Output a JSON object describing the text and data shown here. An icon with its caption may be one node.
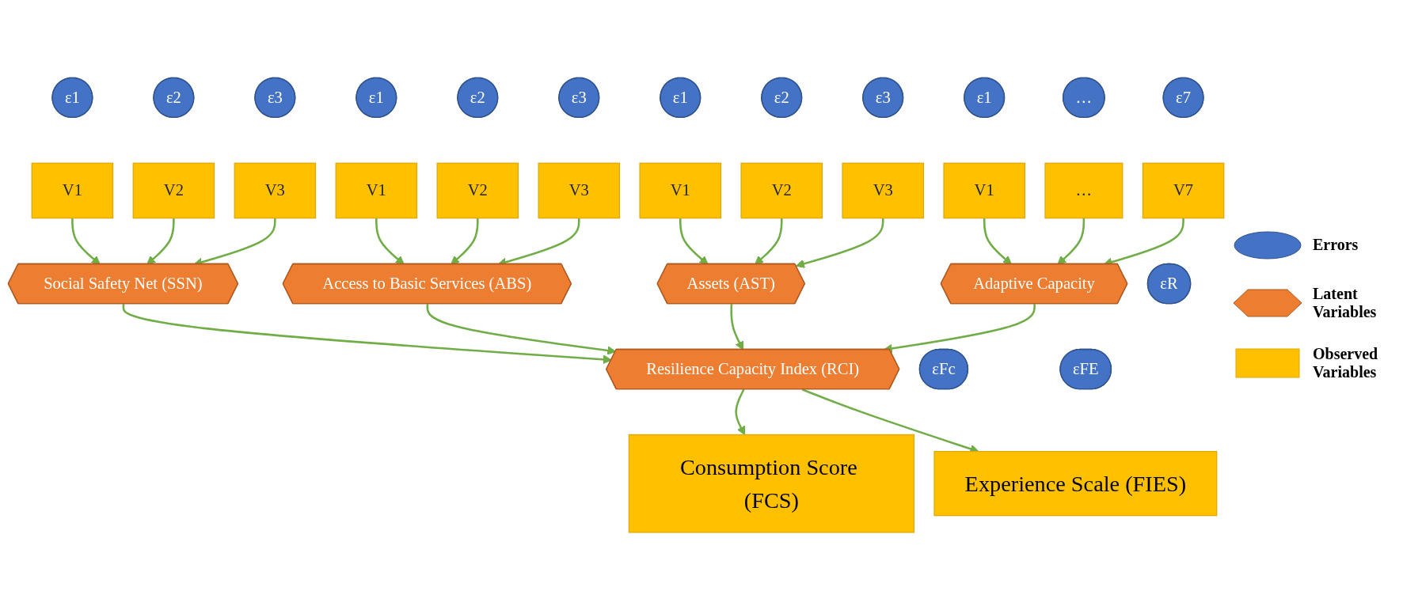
{
  "diagram": {
    "nodes": [
      {
        "text": [
          "ε1"
        ]
      },
      {
        "text": [
          "ε2"
        ]
      },
      {
        "text": [
          "ε3"
        ]
      },
      {
        "text": [
          "ε1"
        ]
      },
      {
        "text": [
          "ε2"
        ]
      },
      {
        "text": [
          "ε3"
        ]
      },
      {
        "text": [
          "ε1"
        ]
      },
      {
        "text": [
          "ε2"
        ]
      },
      {
        "text": [
          "ε3"
        ]
      },
      {
        "text": [
          "ε1"
        ]
      },
      {
        "text": [
          "…"
        ]
      },
      {
        "text": [
          "ε7"
        ]
      },
      {
        "text": [
          "V1"
        ]
      },
      {
        "text": [
          "V2"
        ]
      },
      {
        "text": [
          "V3"
        ]
      },
      {
        "text": [
          "V1"
        ]
      },
      {
        "text": [
          "V2"
        ]
      },
      {
        "text": [
          "V3"
        ]
      },
      {
        "text": [
          "V1"
        ]
      },
      {
        "text": [
          "V2"
        ]
      },
      {
        "text": [
          "V3"
        ]
      },
      {
        "text": [
          "V1"
        ]
      },
      {
        "text": [
          "…"
        ]
      },
      {
        "text": [
          "V7"
        ]
      },
      {
        "text": [
          "Social Safety Net (SSN)"
        ]
      },
      {
        "text": [
          "Access to Basic Services (ABS)"
        ]
      },
      {
        "text": [
          "Assets (AST)"
        ]
      },
      {
        "text": [
          "Adaptive Capacity"
        ]
      },
      {
        "text": [
          "εR"
        ]
      },
      {
        "text": [
          "Resilience Capacity Index (RCI)"
        ]
      },
      {
        "text": [
          "εFc"
        ]
      },
      {
        "text": [
          "εFE"
        ]
      },
      {
        "text": [
          "Consumption Score (FCS)"
        ]
      },
      {
        "text": [
          "Experience Scale (FIES)"
        ]
      }
    ],
    "edges": [
      {
        "from": 12,
        "to": 24,
        "arrow": "to"
      },
      {
        "from": 13,
        "to": 24,
        "arrow": "to"
      },
      {
        "from": 14,
        "to": 24,
        "arrow": "to"
      },
      {
        "from": 15,
        "to": 25,
        "arrow": "to"
      },
      {
        "from": 16,
        "to": 25,
        "arrow": "to"
      },
      {
        "from": 17,
        "to": 25,
        "arrow": "to"
      },
      {
        "from": 18,
        "to": 26,
        "arrow": "to"
      },
      {
        "from": 19,
        "to": 26,
        "arrow": "to"
      },
      {
        "from": 20,
        "to": 26,
        "arrow": "to"
      },
      {
        "from": 21,
        "to": 27,
        "arrow": "to"
      },
      {
        "from": 22,
        "to": 27,
        "arrow": "to"
      },
      {
        "from": 23,
        "to": 27,
        "arrow": "to"
      },
      {
        "from": 24,
        "to": 29,
        "arrow": "to"
      },
      {
        "from": 25,
        "to": 29,
        "arrow": "to"
      },
      {
        "from": 26,
        "to": 29,
        "arrow": "to"
      },
      {
        "from": 27,
        "to": 29,
        "arrow": "to"
      },
      {
        "from": 29,
        "to": 32,
        "arrow": "to"
      },
      {
        "from": 29,
        "to": 33,
        "arrow": "to"
      }
    ],
    "legend": [
      {
        "text": "Errors"
      },
      {
        "text": "Latent Variables"
      },
      {
        "text": "Observed Variables"
      }
    ]
  }
}
